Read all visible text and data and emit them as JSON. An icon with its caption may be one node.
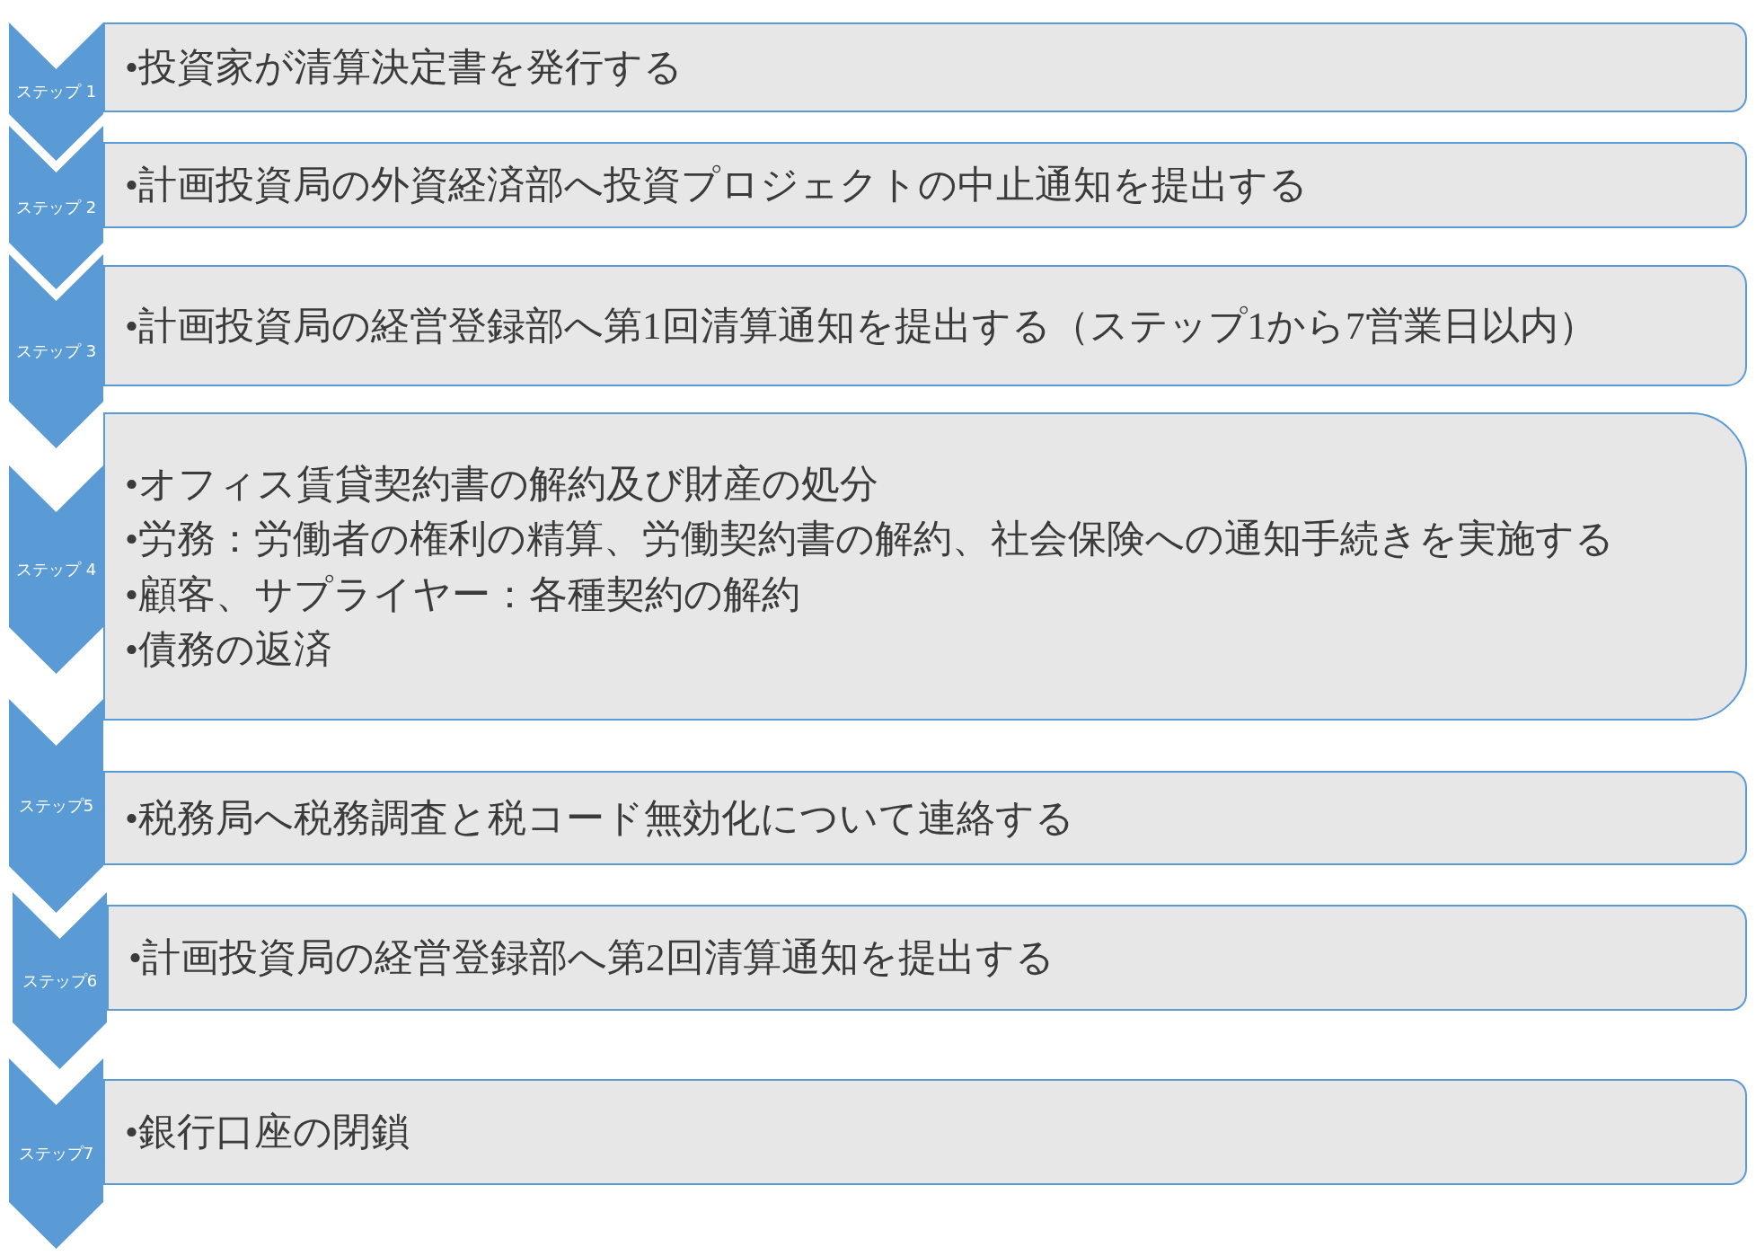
{
  "diagram": {
    "nodes": [
      {
        "text": [
          "ステップ 1"
        ]
      },
      {
        "text": [
          "•投資家が清算決定書を発行する"
        ]
      },
      {
        "text": [
          "ステップ 2"
        ]
      },
      {
        "text": [
          "•計画投資局の外資経済部へ投資プロジェクトの中止通知を提出する"
        ]
      },
      {
        "text": [
          "ステップ 3"
        ]
      },
      {
        "text": [
          "•計画投資局の経営登録部へ第1回清算通知を提出する（ステップ1から7営業日以内）"
        ]
      },
      {
        "text": [
          "ステップ 4"
        ]
      },
      {
        "text": [
          "•オフィス賃貸契約書の解約及び財産の処分",
          "•労務：労働者の権利の精算、労働契約書の解約、社会保険への通知手続きを実施する",
          "•顧客、サプライヤー：各種契約の解約",
          "•債務の返済"
        ]
      },
      {
        "text": [
          "ステップ5"
        ]
      },
      {
        "text": [
          "•税務局へ税務調査と税コード無効化について連絡する"
        ]
      },
      {
        "text": [
          "ステップ6"
        ]
      },
      {
        "text": [
          "•計画投資局の経営登録部へ第2回清算通知を提出する"
        ]
      },
      {
        "text": [
          "ステップ7"
        ]
      },
      {
        "text": [
          "•銀行口座の閉鎖"
        ]
      }
    ]
  }
}
